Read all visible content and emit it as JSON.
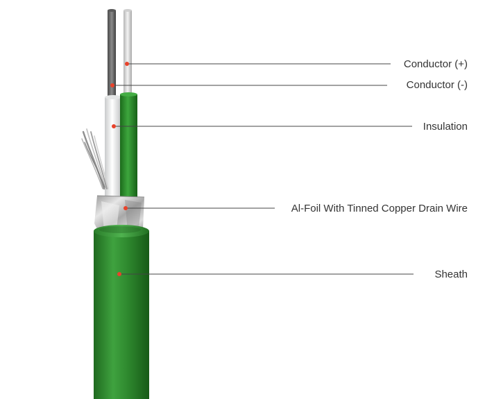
{
  "labels": {
    "conductor_pos": "Conductor (+)",
    "conductor_neg": "Conductor (-)",
    "insulation": "Insulation",
    "foil": "Al-Foil With Tinned Copper Drain Wire",
    "sheath": "Sheath"
  },
  "colors": {
    "sheath_green": "#2f8a2f",
    "insulation_green": "#2a8a2a",
    "insulation_white": "#eef0f0",
    "conductor_dark": "#6b6b6b",
    "conductor_light": "#dcdcdc",
    "foil_silver": "#c9c9c9",
    "callout_dot": "#e8432b",
    "callout_line": "#444444"
  }
}
